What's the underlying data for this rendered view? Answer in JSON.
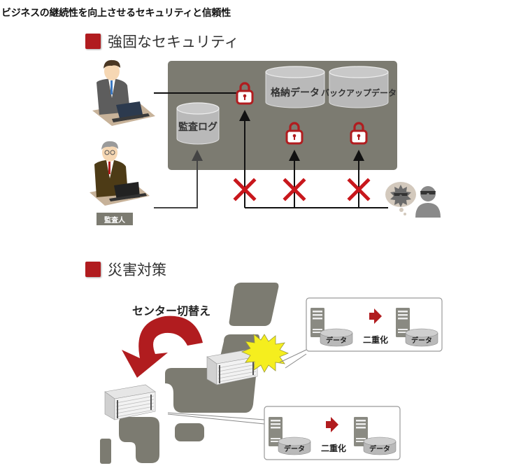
{
  "page_title": "ビジネスの継続性を向上させるセキュリティと信頼性",
  "sections": {
    "security": {
      "title": "強固なセキュリティ",
      "stores": {
        "audit_log": "監査ログ",
        "stored_data": "格納データ",
        "backup_data": "バックアップデータ"
      },
      "auditor_label": "監査人"
    },
    "disaster": {
      "title": "災害対策",
      "switch_label": "センター切替え",
      "callouts": [
        {
          "left_data": "データ",
          "action": "二重化",
          "right_data": "データ"
        },
        {
          "left_data": "データ",
          "action": "二重化",
          "right_data": "データ"
        }
      ]
    }
  },
  "colors": {
    "accent_red": "#b11c1f",
    "panel_gray": "#7c7b71",
    "cylinder_gray": "#b9b9b9",
    "burst_yellow": "#f5ee1e"
  }
}
